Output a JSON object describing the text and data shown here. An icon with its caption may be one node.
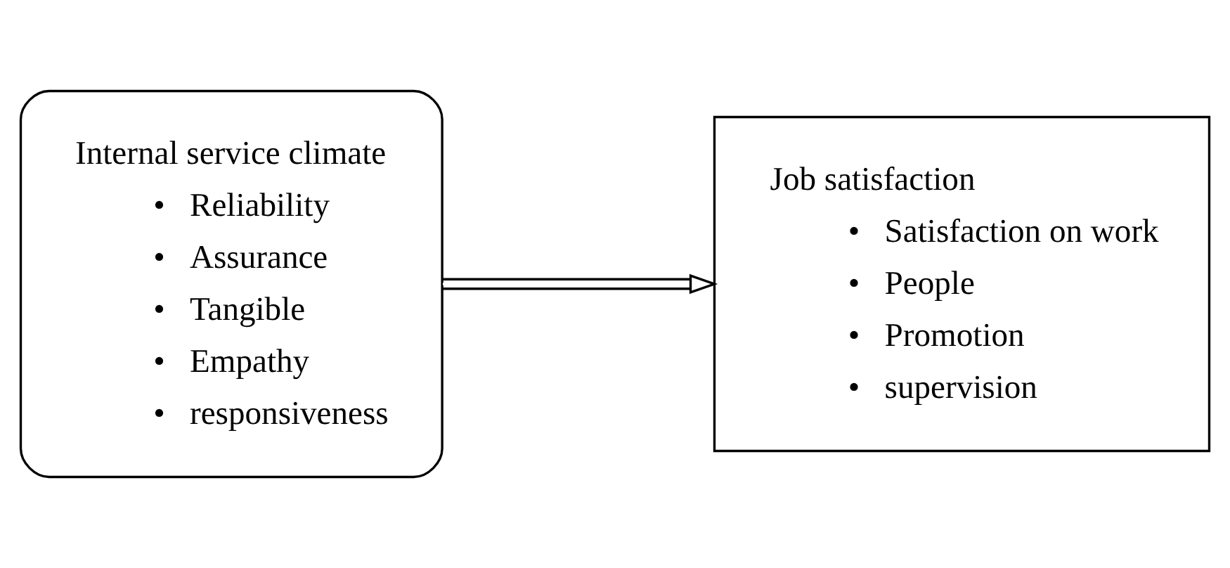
{
  "diagram": {
    "nodes": [
      {
        "text": [
          "Internal service climate",
          "•   Reliability",
          "•   Assurance",
          "•   Tangible",
          "•   Empathy",
          "•   responsiveness"
        ]
      },
      {
        "text": [
          "Job satisfaction",
          "•   Satisfaction on work",
          "•   People",
          "•   Promotion",
          "•   supervision"
        ]
      }
    ],
    "edges": [
      {
        "from": 0,
        "to": 1,
        "arrow": "to"
      }
    ]
  }
}
